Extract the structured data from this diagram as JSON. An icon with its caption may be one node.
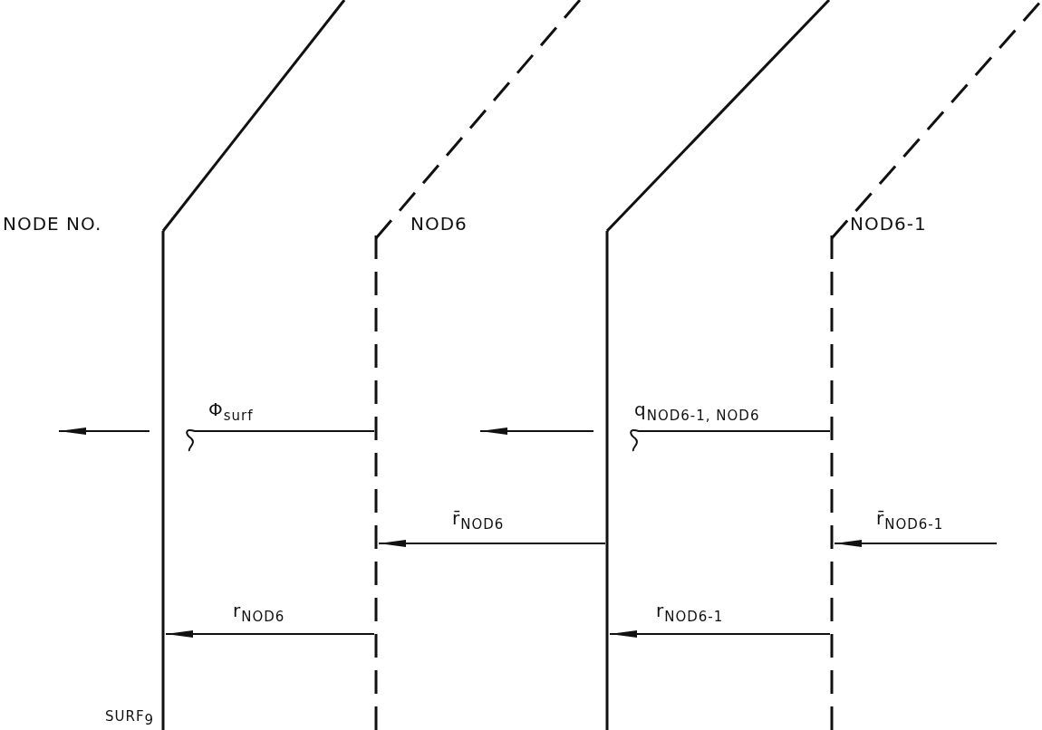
{
  "diagram": {
    "nodes": [
      {
        "text": [
          "NODE NO.",
          "SURF$_{9}$"
        ]
      },
      {
        "text": [
          "NOD6"
        ]
      },
      {
        "text": [],
        "shape": "line"
      },
      {
        "text": [
          "NOD6-1"
        ]
      }
    ],
    "edges": [
      {
        "from": 1,
        "to": null,
        "arrow": "none",
        "label": "Φ$_{surf}$"
      },
      {
        "from": 3,
        "to": null,
        "arrow": "none",
        "label": "q$_{NOD6-1, NOD6}$"
      },
      {
        "from": 2,
        "to": 1,
        "arrow": "to",
        "label": "r̄$_{NOD6}$"
      },
      {
        "from": null,
        "to": 3,
        "arrow": "to",
        "label": "r̄$_{NOD6-1}$"
      },
      {
        "from": 1,
        "to": 0,
        "arrow": "to",
        "label": "r$_{NOD6}$"
      },
      {
        "from": 3,
        "to": 2,
        "arrow": "to",
        "label": "r$_{NOD6-1}$"
      }
    ]
  }
}
